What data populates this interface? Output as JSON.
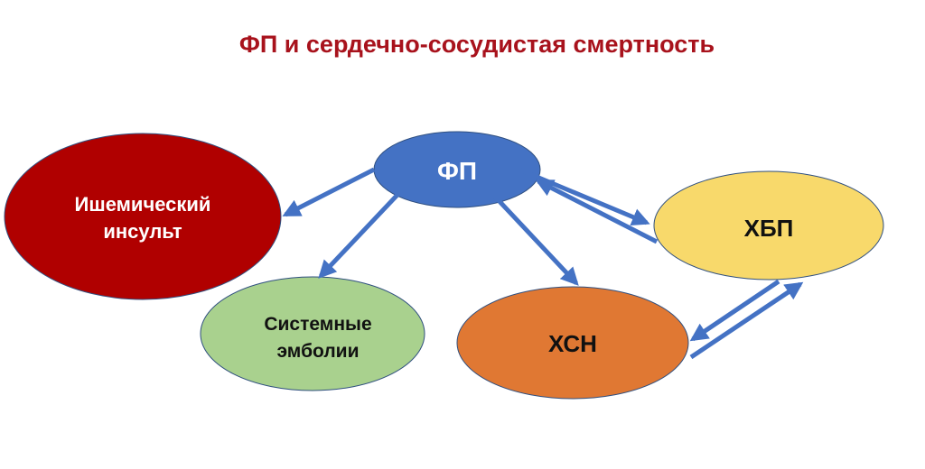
{
  "title": "ФП и сердечно-сосудистая смертность",
  "nodes": {
    "af": {
      "label": "ФП",
      "color": "#4472c4"
    },
    "stroke": {
      "line1": "Ишемический",
      "line2": "инсульт",
      "color": "#b00000"
    },
    "embolism": {
      "line1": "Системные",
      "line2": "эмболии",
      "color": "#a9d18e"
    },
    "chf": {
      "label": "ХСН",
      "color": "#e07833"
    },
    "ckd": {
      "label": "ХБП",
      "color": "#f8d96b"
    }
  },
  "colors": {
    "title": "#a8121c",
    "arrow": "#4472c4"
  }
}
